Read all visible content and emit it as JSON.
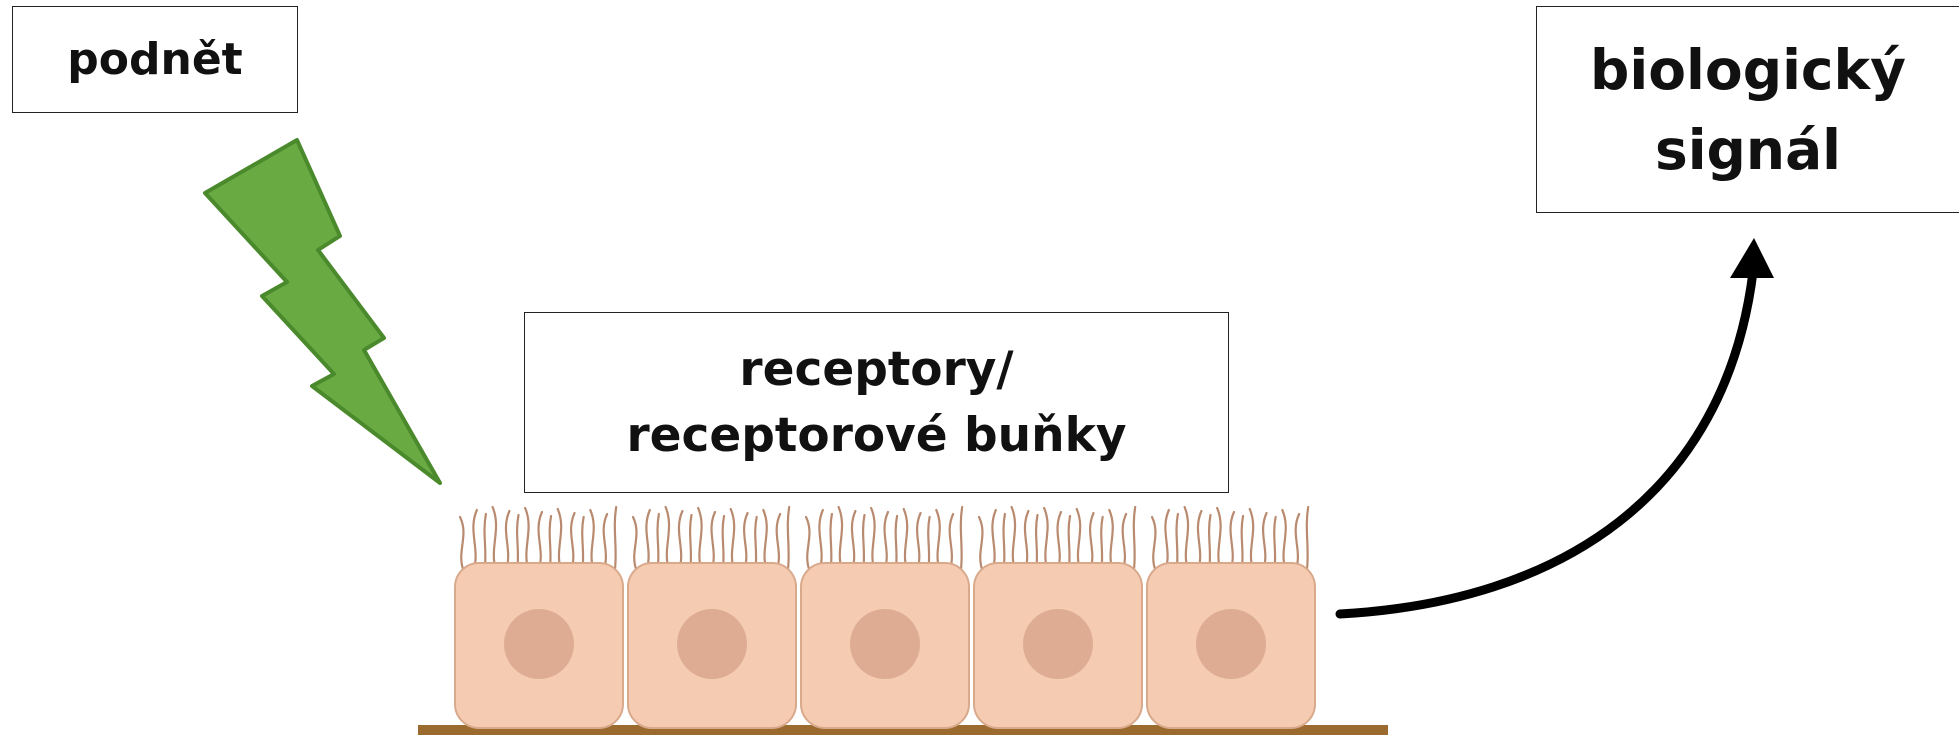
{
  "labels": {
    "stimulus": "podnět",
    "receptors_line1": "receptory/",
    "receptors_line2": "receptorové buňky",
    "signal_line1": "biologický",
    "signal_line2": "signál"
  },
  "colors": {
    "lightning_fill": "#6aaa43",
    "lightning_stroke": "#4b8a2c",
    "cell_fill": "#f5ccb2",
    "cell_stroke": "#d9a98c",
    "nucleus": "#ddac93",
    "cilia": "#b98a6f",
    "membrane": "#9a6a2f",
    "arrow": "#000000"
  },
  "icons": {
    "stimulus": "lightning-bolt-icon",
    "signal_flow": "curved-arrow-icon"
  },
  "cells": {
    "count": 5
  }
}
